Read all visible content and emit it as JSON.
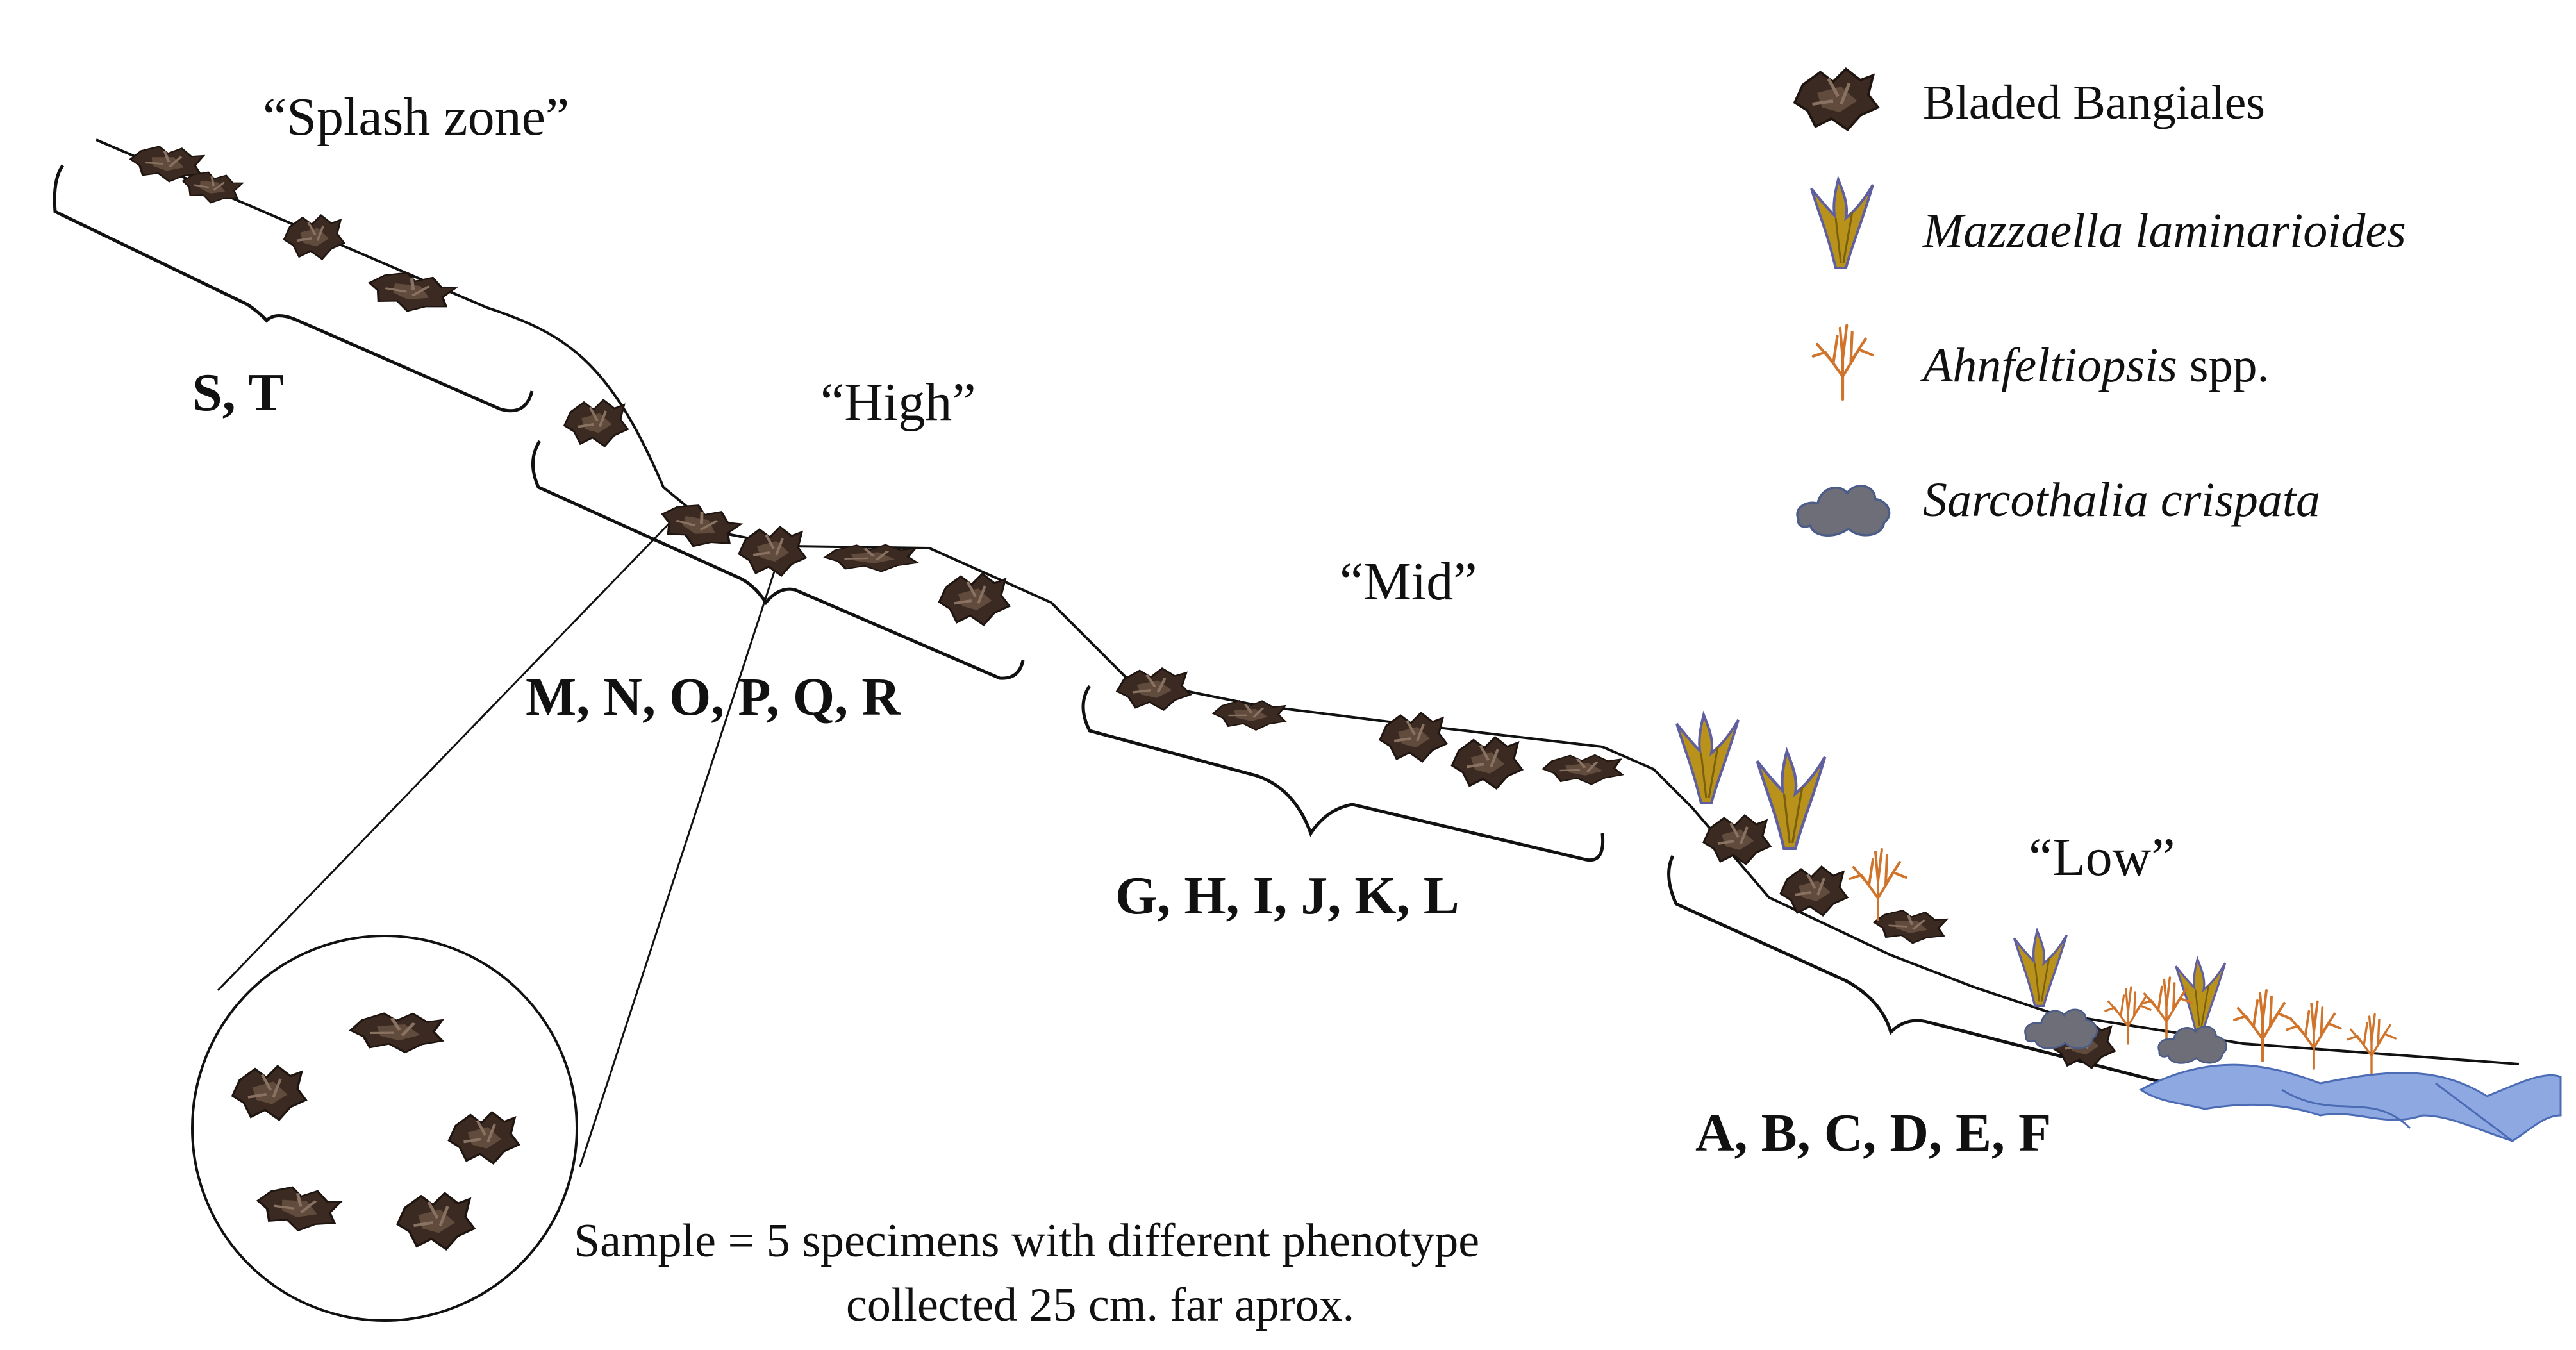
{
  "zones": {
    "splash": "“Splash zone”",
    "high": "“High”",
    "mid": "“Mid”",
    "low": "“Low”"
  },
  "codes": {
    "splash": "S, T",
    "high": "M, N, O, P, Q, R",
    "mid": "G, H, I, J, K, L",
    "low": "A, B, C, D, E, F"
  },
  "legend": {
    "bangiales": "Bladed Bangiales",
    "mazzaella": "Mazzaella laminarioides",
    "ahnfeltiopsis_genus": "Ahnfeltiopsis",
    "ahnfeltiopsis_suffix": " spp.",
    "sarcothalia": "Sarcothalia crispata"
  },
  "note": {
    "line1": "Sample = 5 specimens with different phenotype",
    "line2": "collected 25 cm. far aprox."
  },
  "colors": {
    "bangiales": "#3b2a22",
    "mazzaella": "#b8921a",
    "mazzaella_edge": "#5f5fa0",
    "ahnfeltiopsis": "#d0742c",
    "sarcothalia": "#6d6e78",
    "water": "#8ea9e2"
  }
}
